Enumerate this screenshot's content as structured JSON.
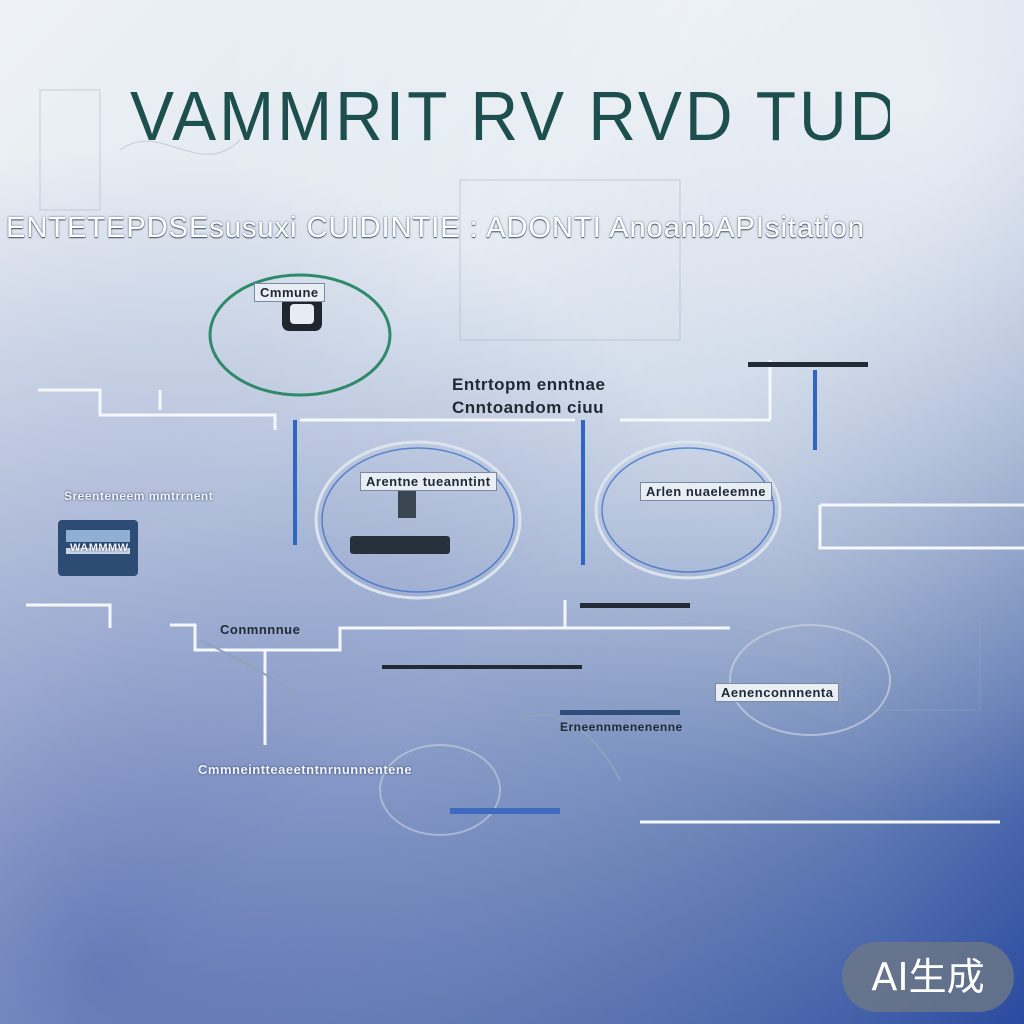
{
  "header": {
    "title": "VAMMRIT RV RVD TUDL",
    "subtitle": "ENTETEPDSEsusuxi CUIDINTIE : ADONTI AnoanbAPIsitation"
  },
  "labels": {
    "top_left_node": "Cmmune",
    "center_header_line1": "Entrtopm enntnae",
    "center_header_line2": "Cnntoandom ciuu",
    "center_ellipse_label": "Arentne tueanntint",
    "right_ellipse_label": "Arlen nuaeleemne",
    "left_device": "WAMMMW",
    "left_caption": "Sreenteneem mmtrrnent",
    "mid_lower_caption": "Conmnnnue",
    "bottom_left_caption": "Cmmneintteaeetntnrnunnentene",
    "right_mid_caption": "Aenenconnnenta",
    "bottom_center_caption": "Erneennmenenenne"
  },
  "badge": {
    "text": "AI生成"
  },
  "colors": {
    "title": "#1d4f4f",
    "line_white": "#f4f7fb",
    "line_blue": "#2f66c3",
    "accent_green": "#2f8a6a"
  },
  "icons": [
    "device-icon",
    "server-icon",
    "gauge-icon",
    "cable-icon"
  ]
}
